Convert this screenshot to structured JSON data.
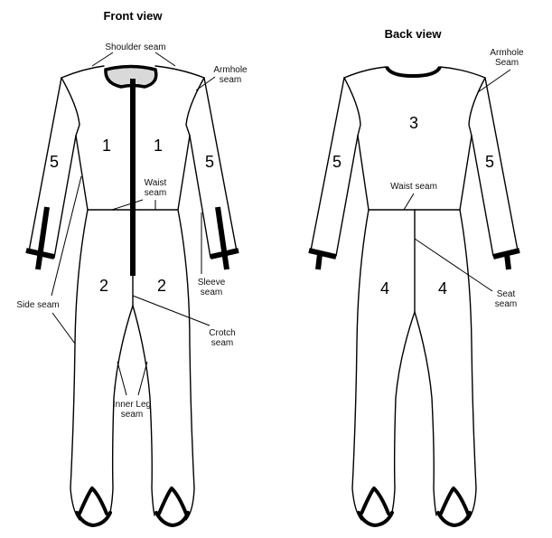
{
  "front": {
    "title": "Front view",
    "labels": {
      "shoulder_seam": "Shoulder seam",
      "armhole_seam": [
        "Armhole",
        "seam"
      ],
      "waist_seam": [
        "Waist",
        "seam"
      ],
      "sleeve_seam": [
        "Sleeve",
        "seam"
      ],
      "side_seam": "Side seam",
      "crotch_seam": [
        "Crotch",
        "seam"
      ],
      "inner_leg_seam": [
        "Inner Leg",
        "seam"
      ]
    },
    "panels": {
      "upper_left": "1",
      "upper_right": "1",
      "lower_left": "2",
      "lower_right": "2",
      "sleeve_left": "5",
      "sleeve_right": "5"
    }
  },
  "back": {
    "title": "Back view",
    "labels": {
      "armhole_seam": [
        "Armhole",
        "Seam"
      ],
      "waist_seam": "Waist seam",
      "seat_seam": [
        "Seat",
        "seam"
      ]
    },
    "panels": {
      "upper": "3",
      "lower_left": "4",
      "lower_right": "4",
      "sleeve_left": "5",
      "sleeve_right": "5"
    }
  },
  "colors": {
    "outline": "#000000",
    "collar_fill": "#d9d9d9"
  }
}
